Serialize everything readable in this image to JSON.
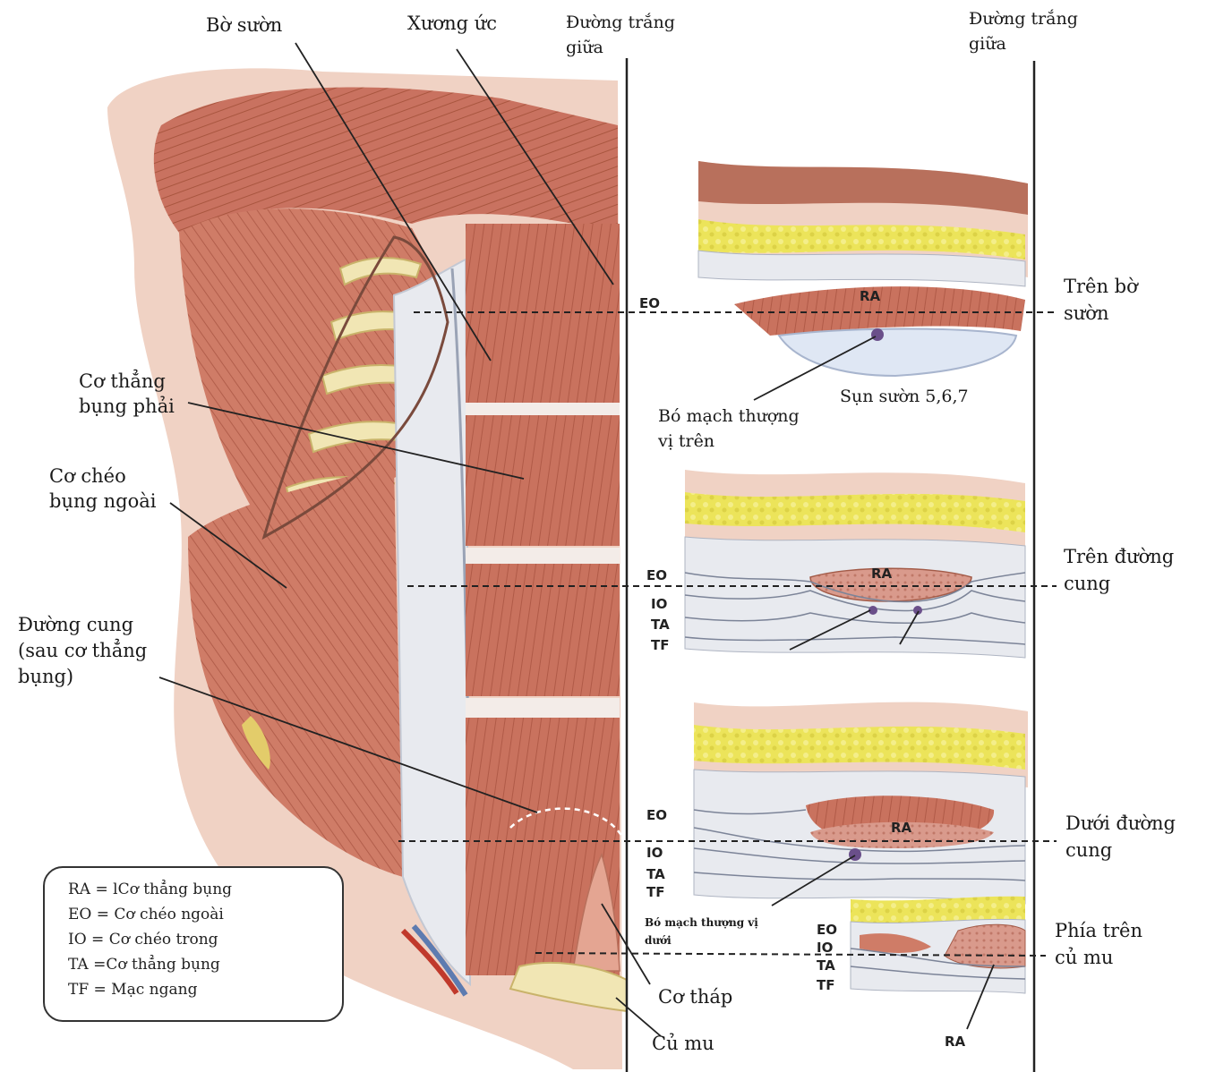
{
  "labels": {
    "bo_suon": "Bờ sườn",
    "xuong_uc": "Xương ức",
    "duong_trang_giua_1_line1": "Đường trắng",
    "duong_trang_giua_1_line2": "giữa",
    "duong_trang_giua_2_line1": "Đường trắng",
    "duong_trang_giua_2_line2": "giữa",
    "co_thang_bung_phai_line1": "Cơ thẳng",
    "co_thang_bung_phai_line2": "bụng phải",
    "co_cheo_bung_ngoai_line1": "Cơ chéo",
    "co_cheo_bung_ngoai_line2": "bụng ngoài",
    "duong_cung_line1": "Đường cung",
    "duong_cung_line2": "(sau cơ thẳng",
    "duong_cung_line3": "bụng)",
    "co_thap": "Cơ tháp",
    "cu_mu": "Củ mu",
    "tren_bo_suon_line1": "Trên bờ",
    "tren_bo_suon_line2": "sườn",
    "tren_duong_cung_line1": "Trên đường",
    "tren_duong_cung_line2": "cung",
    "duoi_duong_cung_line1": "Dưới đường",
    "duoi_duong_cung_line2": "cung",
    "phia_tren_cu_mu_line1": "Phía trên",
    "phia_tren_cu_mu_line2": "củ mu",
    "sun_suon": "Sụn sườn 5,6,7",
    "bo_mach_tren_line1": "Bó mạch thượng",
    "bo_mach_tren_line2": "vị trên",
    "bo_mach_duoi_line1": "Bó mạch thượng vị",
    "bo_mach_duoi_line2": "dưới"
  },
  "abbreviations": {
    "s1": [
      "EO",
      "RA"
    ],
    "s2": [
      "EO",
      "IO",
      "TA",
      "TF",
      "RA"
    ],
    "s3": [
      "EO",
      "IO",
      "TA",
      "TF",
      "RA"
    ],
    "s4": [
      "EO",
      "IO",
      "TA",
      "TF",
      "RA"
    ]
  },
  "legend": [
    "RA = lCơ thẳng bụng",
    "EO = Cơ chéo ngoài",
    "IO = Cơ chéo trong",
    "TA =Cơ thẳng bụng",
    "TF = Mạc ngang"
  ],
  "colors": {
    "muscle": "#c9725e",
    "muscle_light": "#e4a592",
    "fat": "#ece45a",
    "fascia": "#e8eaef",
    "skin": "#f0d2c4",
    "cartilage": "#f1e6b4"
  }
}
